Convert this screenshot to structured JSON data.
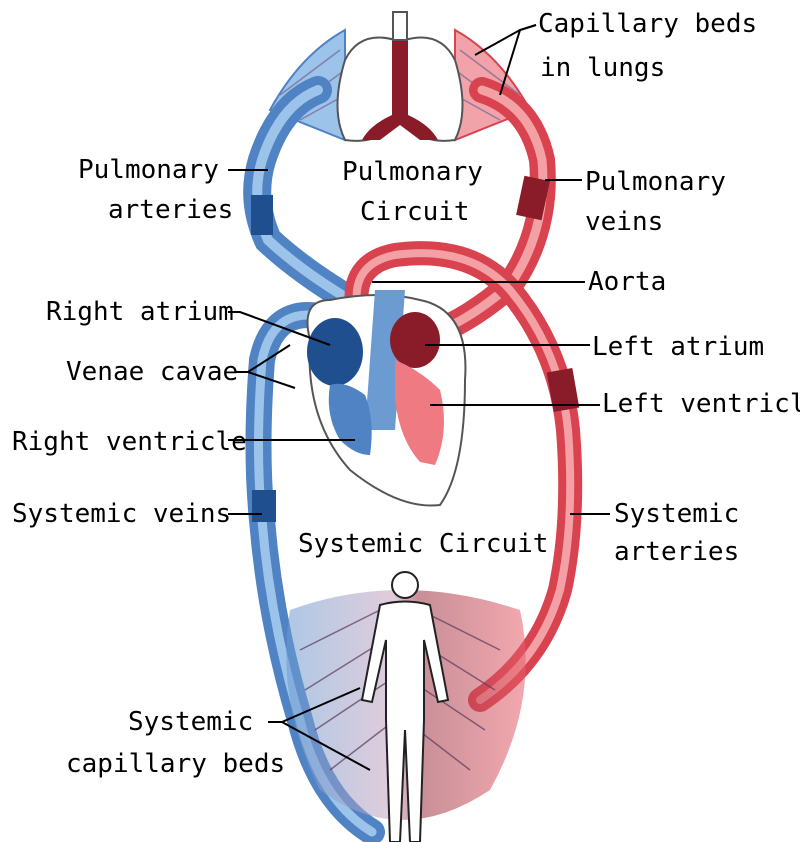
{
  "labels": {
    "capillary_beds_lungs": [
      "Capillary beds",
      "in lungs"
    ],
    "pulmonary_arteries": [
      "Pulmonary",
      "arteries"
    ],
    "pulmonary_circuit": [
      "Pulmonary",
      "Circuit"
    ],
    "pulmonary_veins": [
      "Pulmonary",
      "veins"
    ],
    "aorta": "Aorta",
    "right_atrium": "Right atrium",
    "venae_cavae": "Venae cavae",
    "left_atrium": "Left atrium",
    "left_ventricle": "Left ventricle",
    "right_ventricle": "Right ventricle",
    "systemic_veins": "Systemic veins",
    "systemic_circuit": "Systemic Circuit",
    "systemic_arteries": [
      "Systemic",
      "arteries"
    ],
    "systemic_capillary_beds": [
      "Systemic",
      "capillary beds"
    ]
  },
  "colors": {
    "deoxygenated": "#6b9bd1",
    "deoxygenated_dark": "#1f4f8f",
    "oxygenated": "#e8606a",
    "oxygenated_dark": "#8a1c2a",
    "capillary_mix": "#b07a9c"
  }
}
